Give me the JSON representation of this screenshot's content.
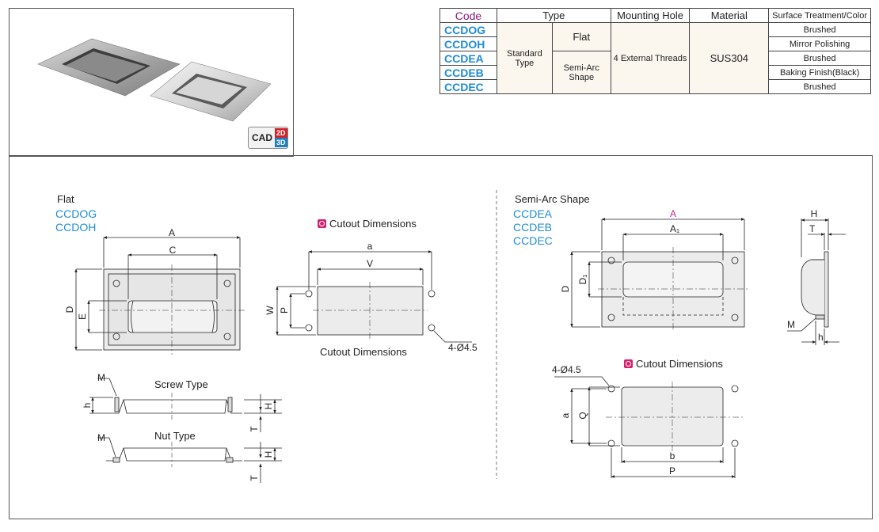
{
  "table": {
    "headers": {
      "code": "Code",
      "type": "Type",
      "mounting_hole": "Mounting Hole",
      "material": "Material",
      "surface": "Surface Treatment/Color"
    },
    "codes": [
      "CCDOG",
      "CCDOH",
      "CCDEA",
      "CCDEB",
      "CCDEC"
    ],
    "standard_type": "Standard Type",
    "type_flat": "Flat",
    "type_semi_arc": "Semi-Arc Shape",
    "mounting_hole_value": "4 External Threads",
    "material_value": "SUS304",
    "surface": [
      "Brushed",
      "Mirror Polishing",
      "Brushed",
      "Baking Finish(Black)",
      "Brushed"
    ]
  },
  "cad_badge": {
    "label": "CAD",
    "top": "2D",
    "bottom": "3D"
  },
  "flat": {
    "title": "Flat",
    "codes": [
      "CCDOG",
      "CCDOH"
    ],
    "dims": {
      "A": "A",
      "C": "C",
      "D": "D",
      "E": "E"
    },
    "screw_type": "Screw Type",
    "nut_type": "Nut Type",
    "side_dims": {
      "M": "M",
      "h": "h",
      "H": "H",
      "T": "T"
    }
  },
  "flat_cutout": {
    "title": "Cutout Dimensions",
    "caption": "Cutout Dimensions",
    "dims": {
      "a": "a",
      "V": "V",
      "W": "W",
      "P": "P"
    },
    "holes": "4-Ø4.5"
  },
  "semi_arc": {
    "title": "Semi-Arc Shape",
    "codes": [
      "CCDEA",
      "CCDEB",
      "CCDEC"
    ],
    "dims": {
      "A": "A",
      "A1": "A₁",
      "D": "D",
      "D1": "D₁"
    },
    "side_dims": {
      "H": "H",
      "T": "T",
      "M": "M",
      "h": "h"
    }
  },
  "semi_cutout": {
    "title": "Cutout Dimensions",
    "holes": "4-Ø4.5",
    "dims": {
      "a": "a",
      "Q": "Q",
      "b": "b",
      "P": "P"
    }
  },
  "colors": {
    "code_blue": "#1f8bd6",
    "header_magenta": "#8b1a7a",
    "cutout_icon": "#d6206e"
  }
}
